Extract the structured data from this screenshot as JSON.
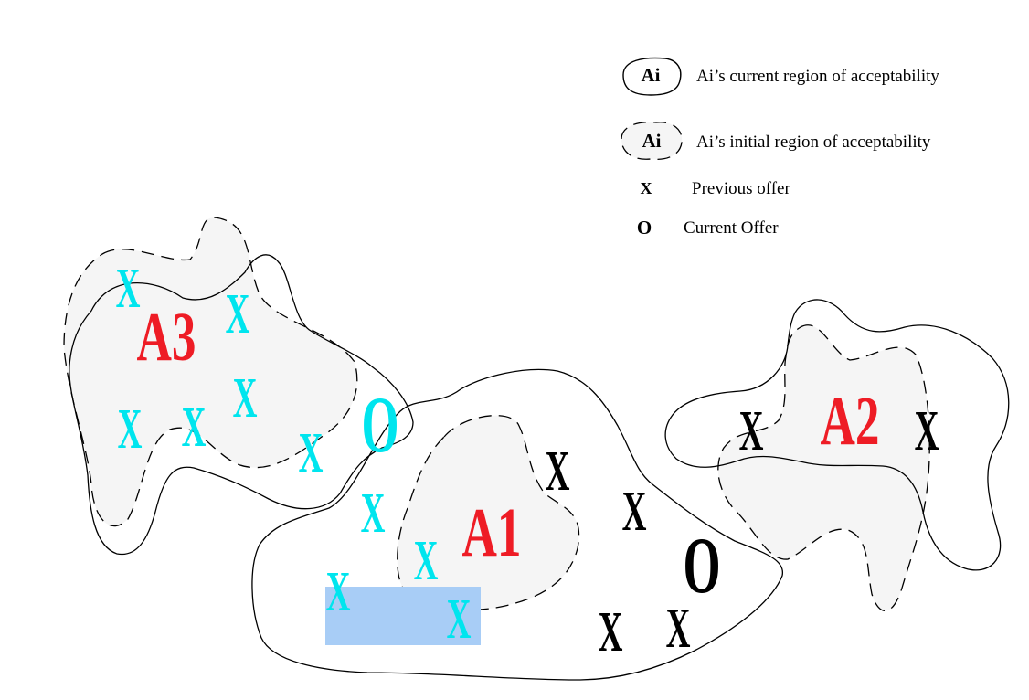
{
  "legend": {
    "current_symbol": "Ai",
    "current_label": "Ai’s current region of acceptability",
    "initial_symbol": "Ai",
    "initial_label": "Ai’s initial region of acceptability",
    "previous_symbol": "X",
    "previous_label": "Previous offer",
    "current_offer_symbol": "O",
    "current_offer_label": "Current Offer"
  },
  "agents": {
    "a1": "A1",
    "a2": "A2",
    "a3": "A3"
  },
  "marks": {
    "offer_x": "X",
    "offer_o": "O"
  },
  "colors": {
    "agent_label": "#ee1c25",
    "cyan_offer": "#00e5ee",
    "black_offer": "#000000",
    "initial_fill": "#f5f5f5",
    "highlight": "#a8cdf6"
  }
}
